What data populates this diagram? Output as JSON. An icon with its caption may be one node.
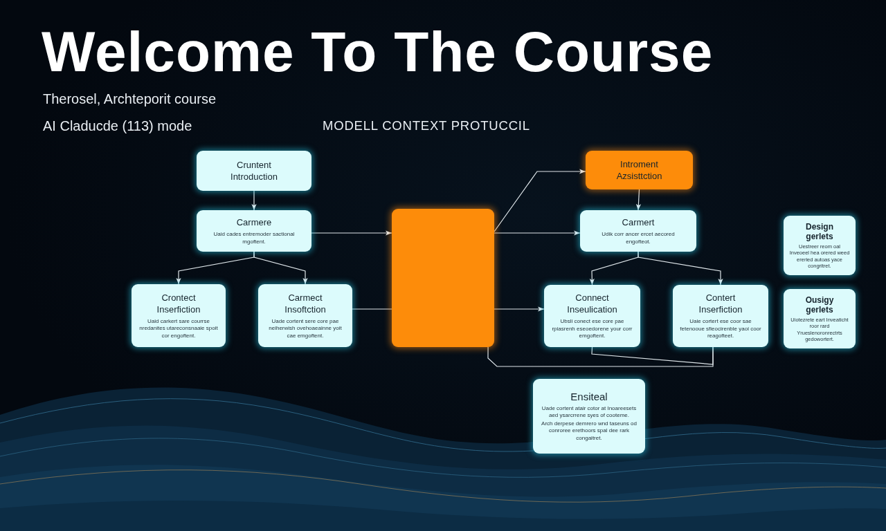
{
  "diagram": {
    "title": "Welcome To The Course",
    "nodes": [
      {
        "text": [
          "Cruntent Introduction"
        ]
      },
      {
        "text": [
          "Carmere",
          "Uaid cades entremoder sactional mgoftent."
        ]
      },
      {
        "text": [
          "Crontect Inserfiction",
          "Uaid carkert sare courrse nredanites utareconsnaaie spoit cor engoftent."
        ]
      },
      {
        "text": [
          "Carmect Insoftction",
          "Uade cortent sere core pae neiherwish ovehoaeainne yoit cae emgoftent."
        ]
      },
      {
        "text": [],
        "shape": "box"
      },
      {
        "text": [
          "Introment Azsisttction"
        ]
      },
      {
        "text": [
          "Carmert",
          "Udik corr ancer ercet aecored engofteot."
        ]
      },
      {
        "text": [
          "Connect Inseulication",
          "Ubsli conect ese core pae rpiasrenh eseoedorene your corr emgoftent."
        ]
      },
      {
        "text": [
          "Contert Inserfiction",
          "Uaie cortert ese coor sae fetenooue sfieocirenble yaoi coor reagofteet."
        ]
      },
      {
        "text": [
          "Design gerlets",
          "Uestreer reom oal Inveoeel hea orered weed ereried autoas yace congritret."
        ]
      },
      {
        "text": [
          "Ousigy gerlets",
          "Uiotezrete eart Inveaticht roor rard Yrueslenoronrectrts gedowortert."
        ]
      },
      {
        "text": [
          "Ensiteal",
          "Uade cortent atair cotor at Inoareesets aed ysarcrrene syes of cooteme.",
          "Arch derpese demrero wnd taseuns od conroree erethoors spal dee rark congaitret."
        ]
      }
    ],
    "edges": [
      {
        "from": 0,
        "to": 1,
        "arrow": "to"
      },
      {
        "from": 1,
        "to": 2,
        "arrow": "to"
      },
      {
        "from": 1,
        "to": 3,
        "arrow": "to"
      },
      {
        "from": 1,
        "to": 4,
        "arrow": "to"
      },
      {
        "from": 3,
        "to": 4,
        "arrow": "none"
      },
      {
        "from": 4,
        "to": 5,
        "arrow": "to"
      },
      {
        "from": 4,
        "to": 6,
        "arrow": "to"
      },
      {
        "from": 4,
        "to": 7,
        "arrow": "to"
      },
      {
        "from": 5,
        "to": 6,
        "arrow": "to"
      },
      {
        "from": 6,
        "to": 7,
        "arrow": "to"
      },
      {
        "from": 6,
        "to": 8,
        "arrow": "to"
      },
      {
        "from": 4,
        "to": 8,
        "arrow": "none"
      },
      {
        "from": 7,
        "to": 8,
        "arrow": "none"
      }
    ],
    "labels": [
      "Therosel, Archteporit course",
      "AI Claducde (113) mode",
      "MODELL CONTEXT PROTUCCIL"
    ]
  }
}
